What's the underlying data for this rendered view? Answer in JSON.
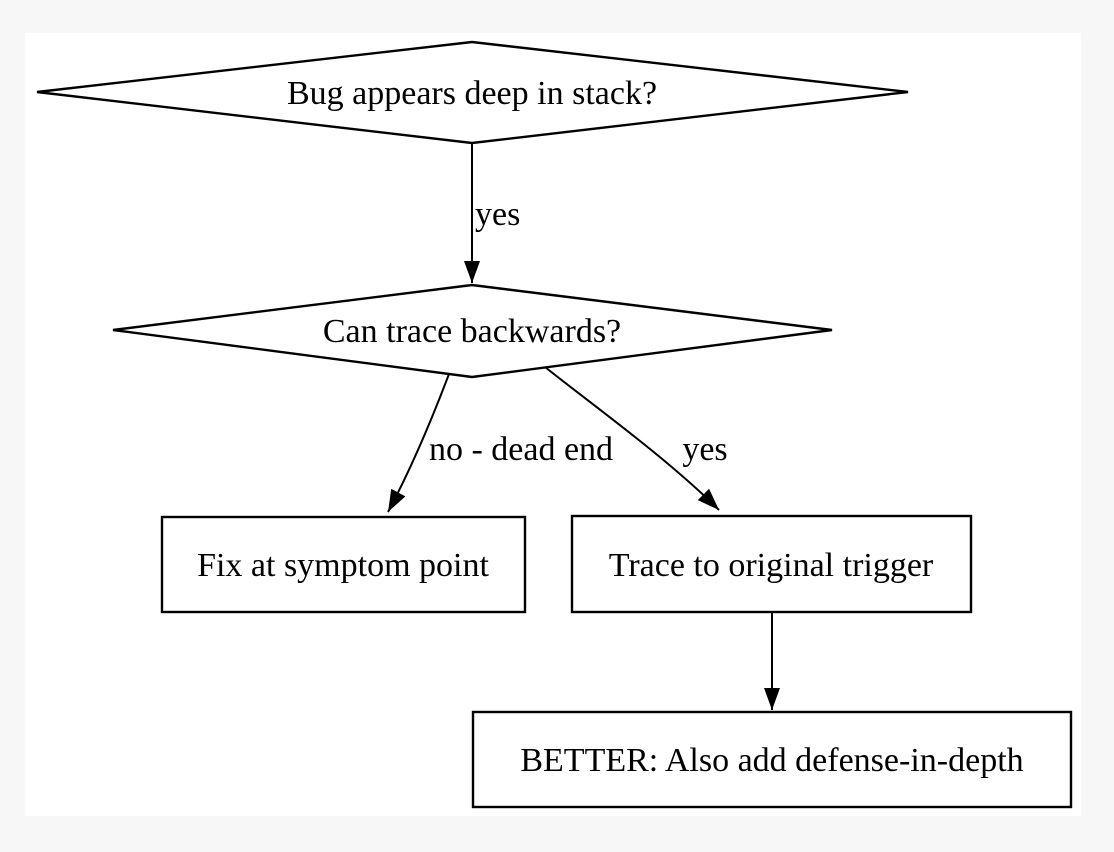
{
  "page": {
    "background_color": "#f7f7f8",
    "canvas_color": "#ffffff",
    "line_color": "#000000",
    "text_color": "#000000"
  },
  "diagram": {
    "type": "flowchart",
    "nodes": [
      {
        "id": "q_deep",
        "shape": "diamond",
        "label": "Bug appears deep in stack?"
      },
      {
        "id": "q_trace",
        "shape": "diamond",
        "label": "Can trace backwards?"
      },
      {
        "id": "fix",
        "shape": "rect",
        "label": "Fix at symptom point"
      },
      {
        "id": "trace",
        "shape": "rect",
        "label": "Trace to original trigger"
      },
      {
        "id": "better",
        "shape": "rect",
        "label": "BETTER: Also add defense-in-depth"
      }
    ],
    "edges": [
      {
        "from": "q_deep",
        "to": "q_trace",
        "label": "yes"
      },
      {
        "from": "q_trace",
        "to": "fix",
        "label": "no - dead end"
      },
      {
        "from": "q_trace",
        "to": "trace",
        "label": "yes"
      },
      {
        "from": "trace",
        "to": "better"
      }
    ]
  }
}
